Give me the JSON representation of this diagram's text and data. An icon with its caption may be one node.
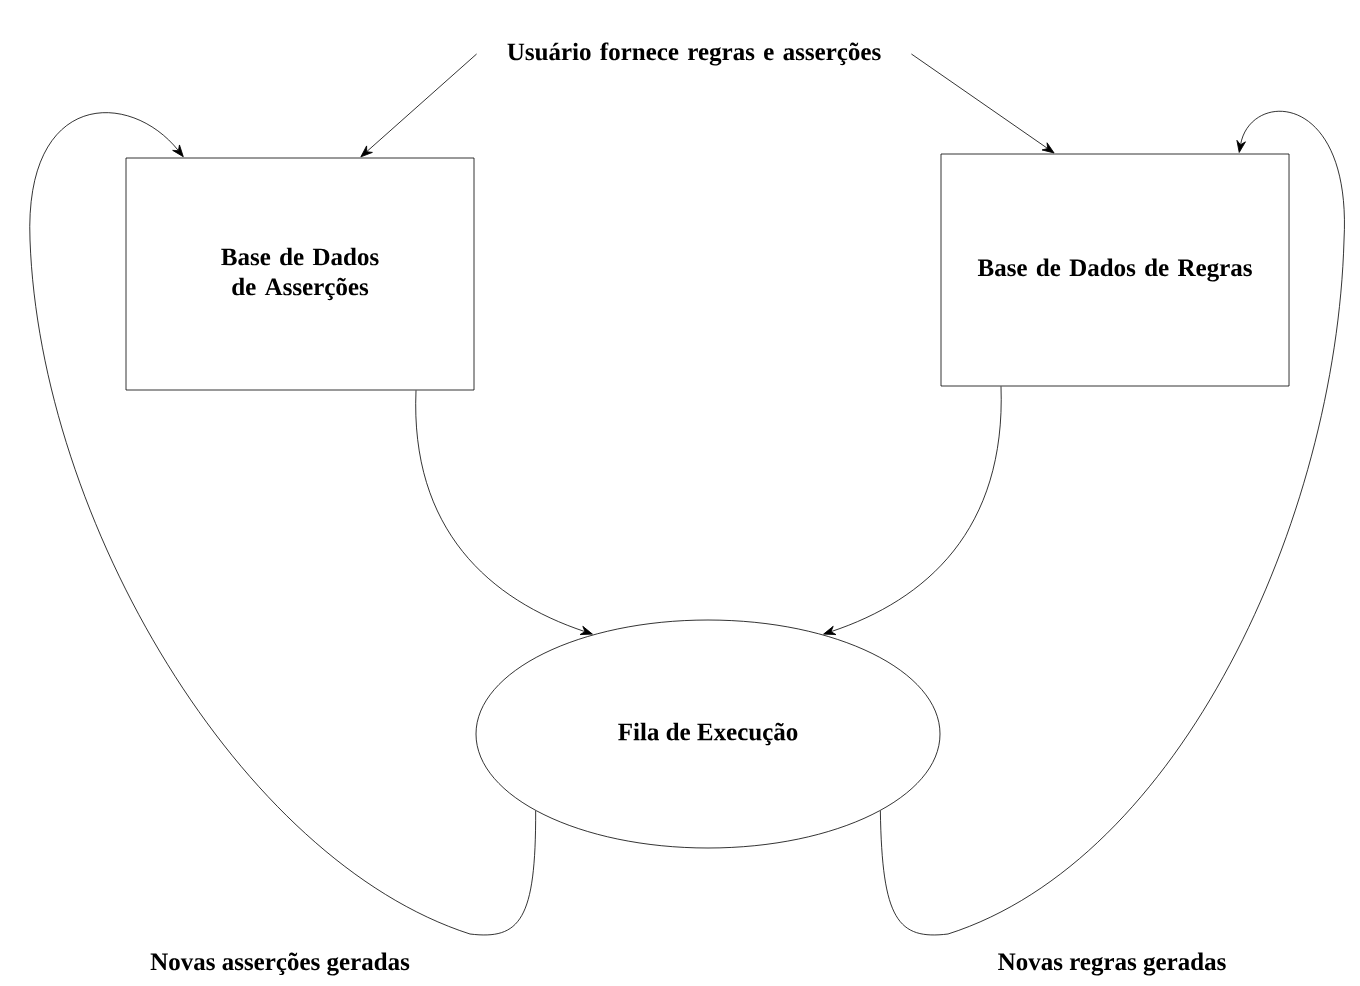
{
  "diagram": {
    "nodes": [
      {
        "text": [
          "Usuário fornece regras e asserções"
        ]
      },
      {
        "text": [
          "Base de Dados de Asserções"
        ]
      },
      {
        "text": [
          "Base de Dados de Regras"
        ]
      },
      {
        "text": [
          "Fila de Execução"
        ]
      }
    ],
    "edges": [
      {
        "from": 0,
        "to": 1,
        "arrow": "to"
      },
      {
        "from": 0,
        "to": 2,
        "arrow": "to"
      },
      {
        "from": 1,
        "to": 3,
        "arrow": "to"
      },
      {
        "from": 2,
        "to": 3,
        "arrow": "to"
      },
      {
        "from": 3,
        "to": 1,
        "arrow": "to",
        "label": "Novas asserções geradas"
      },
      {
        "from": 3,
        "to": 2,
        "arrow": "to",
        "label": "Novas regras geradas"
      }
    ]
  }
}
